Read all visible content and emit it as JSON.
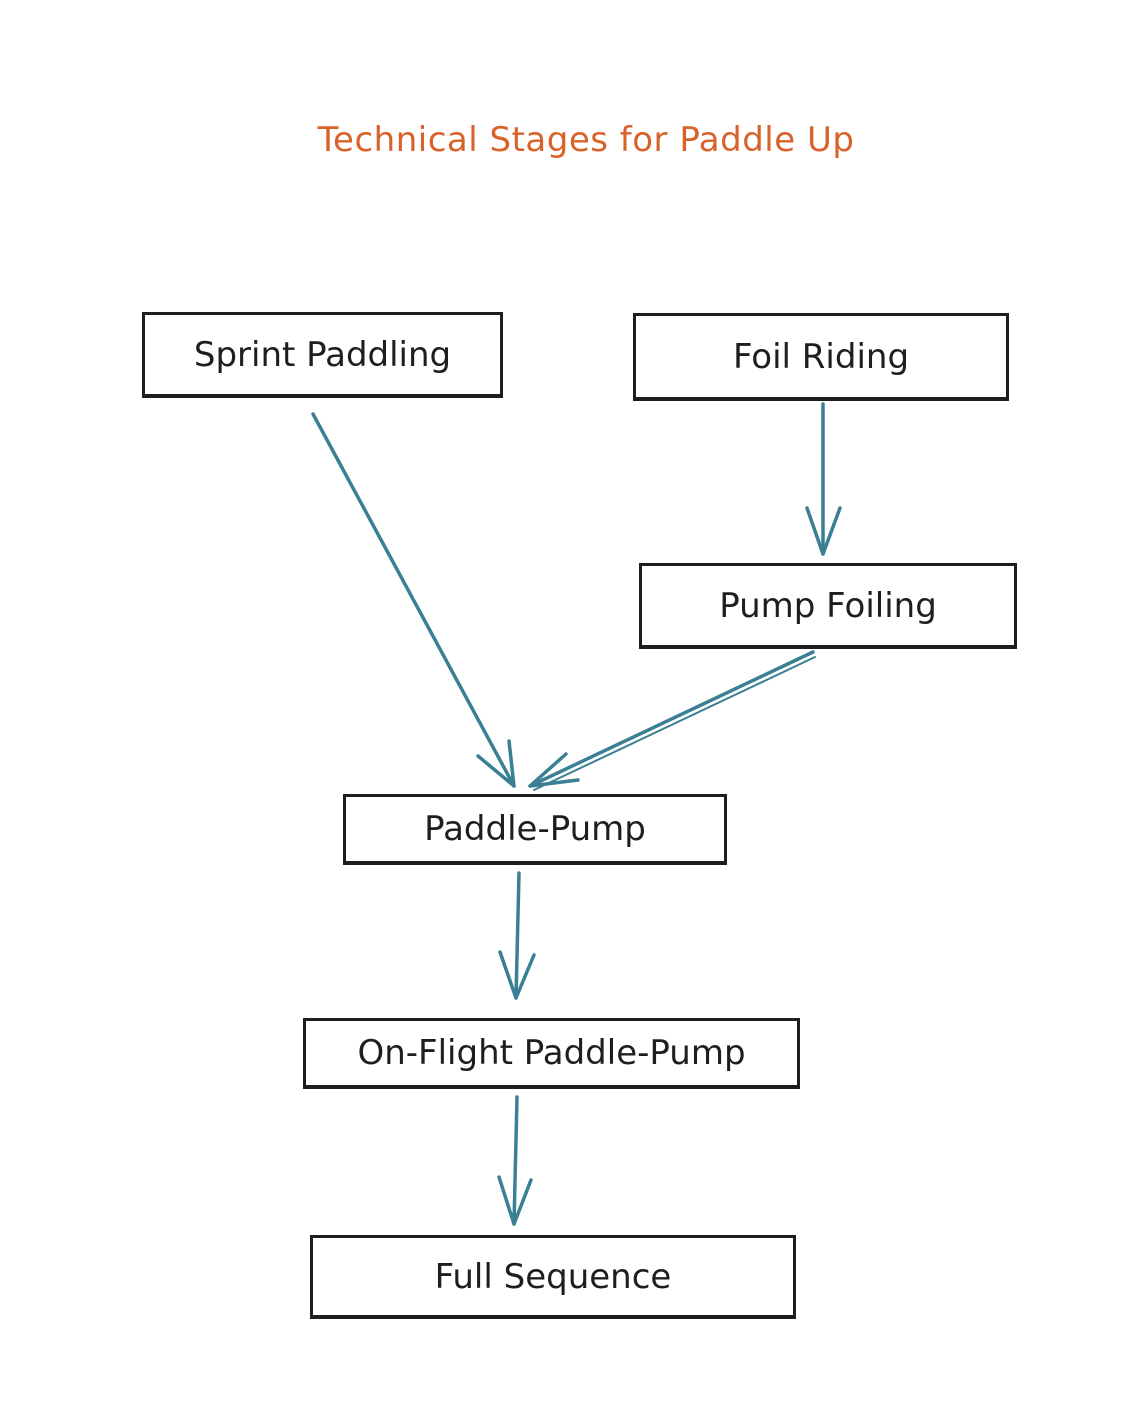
{
  "diagram": {
    "title": "Technical Stages for Paddle Up",
    "colors": {
      "title": "#d9622b",
      "edge": "#3b7f94",
      "node_border": "#1e1e1e",
      "node_text": "#1e1e1e",
      "background": "#ffffff"
    },
    "nodes": {
      "sprint_paddling": "Sprint Paddling",
      "foil_riding": "Foil Riding",
      "pump_foiling": "Pump Foiling",
      "paddle_pump": "Paddle-Pump",
      "on_flight_paddle_pump": "On-Flight Paddle-Pump",
      "full_sequence": "Full Sequence"
    },
    "edges": [
      {
        "from": "Sprint Paddling",
        "to": "Paddle-Pump"
      },
      {
        "from": "Foil Riding",
        "to": "Pump Foiling"
      },
      {
        "from": "Pump Foiling",
        "to": "Paddle-Pump"
      },
      {
        "from": "Paddle-Pump",
        "to": "On-Flight Paddle-Pump"
      },
      {
        "from": "On-Flight Paddle-Pump",
        "to": "Full Sequence"
      }
    ]
  }
}
